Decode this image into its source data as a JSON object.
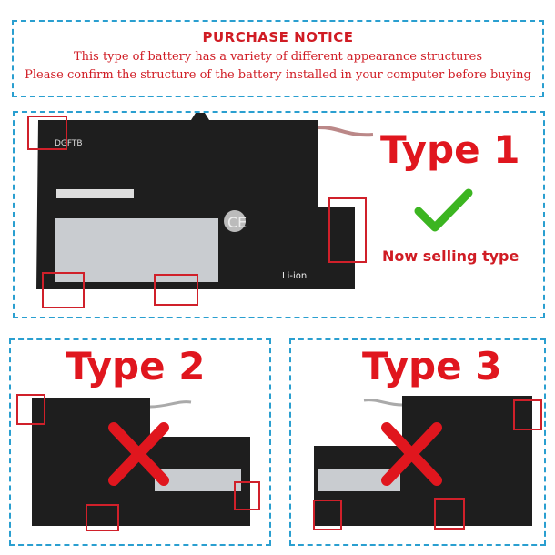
{
  "notice": {
    "title": "PURCHASE NOTICE",
    "line1": "This type of battery has a variety of different appearance structures",
    "line2": "Please confirm the structure of the battery installed in your computer before buying"
  },
  "types": [
    {
      "label": "Type 1",
      "status": "Now selling type"
    },
    {
      "label": "Type 2"
    },
    {
      "label": "Type 3"
    }
  ],
  "colors": {
    "accent": "#e0161e",
    "border": "#2a9fd0",
    "check": "#3cb521",
    "battery": "#1e1e1e"
  }
}
